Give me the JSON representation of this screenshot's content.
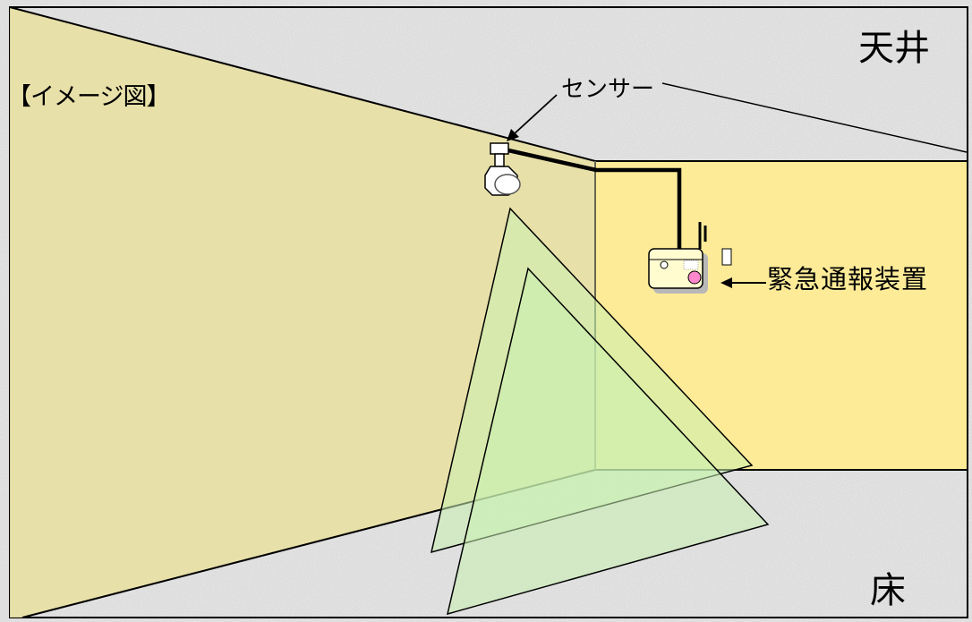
{
  "labels": {
    "ceiling": "天井",
    "floor": "床",
    "image_tag": "【イメージ図】",
    "sensor": "センサー",
    "emergency_device": "緊急通報装置"
  },
  "colors": {
    "background_texture": "#d9d9d9",
    "left_wall": "#e8e0a4",
    "right_wall": "#fdeb98",
    "detection_zone": "#c8f0b0",
    "outline": "#000000",
    "device_button": "#ff88cc"
  },
  "icons": {
    "sensor": "motion-sensor-icon",
    "device": "emergency-call-device-icon"
  }
}
